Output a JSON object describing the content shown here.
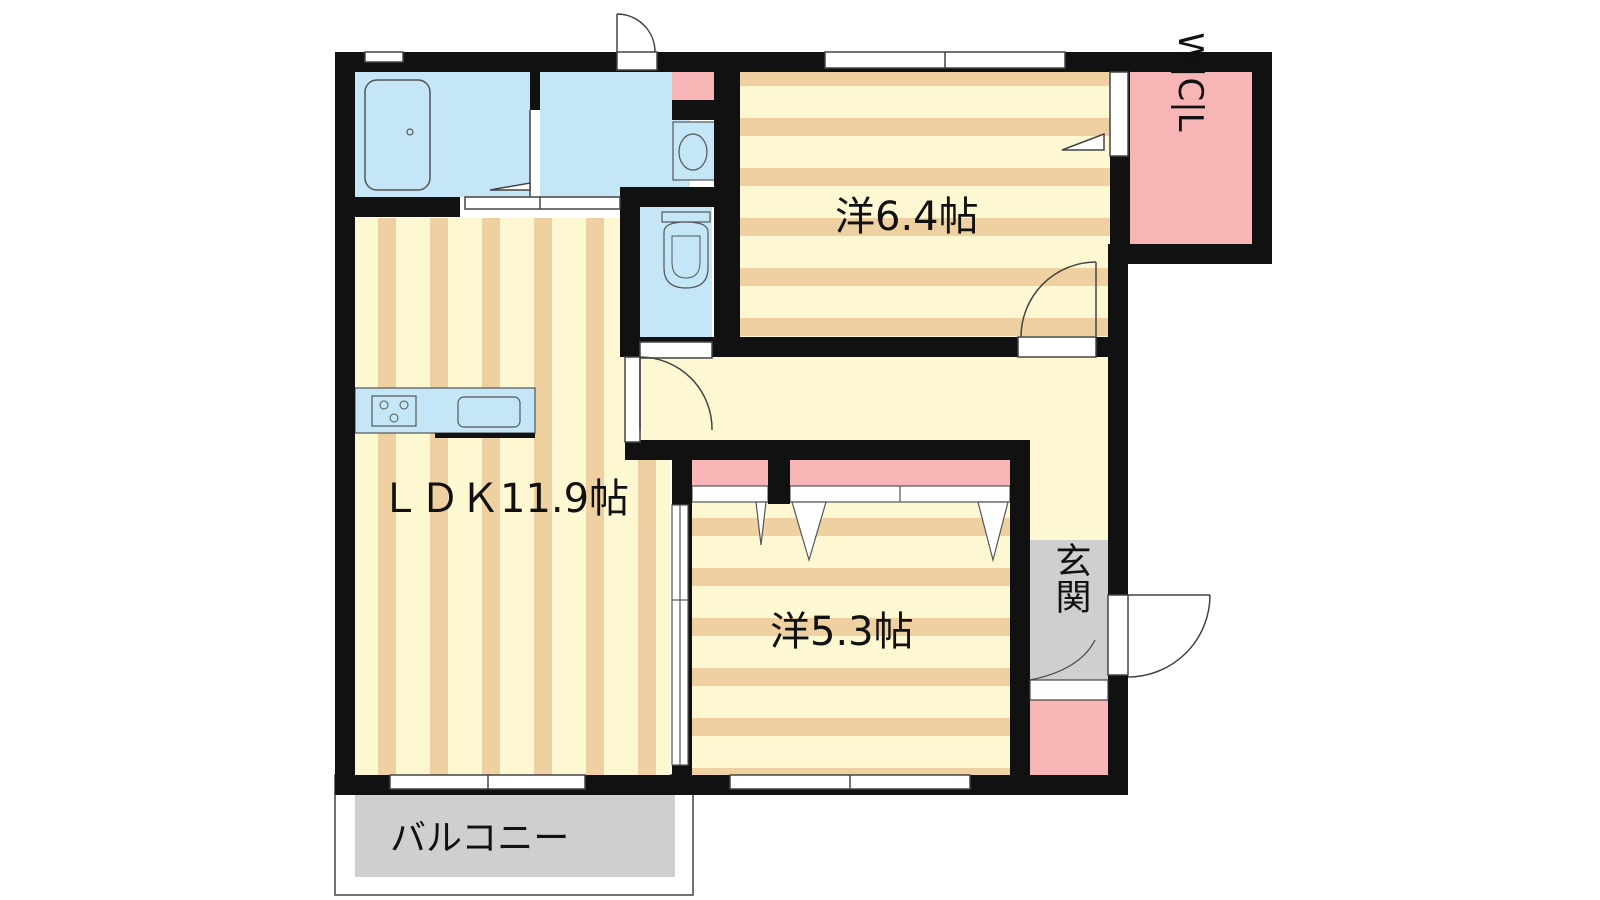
{
  "floorplan": {
    "rooms": {
      "western_a": {
        "label": "洋6.4帖"
      },
      "western_b": {
        "label": "洋5.3帖"
      },
      "ldk": {
        "label": "ＬＤＫ11.9帖"
      },
      "entrance": {
        "label": "玄関"
      },
      "walk_in_closet": {
        "label": "W|C|L"
      },
      "balcony": {
        "label": "バルコニー"
      }
    },
    "colors": {
      "wall": "#111111",
      "floor_light": "#fef8d2",
      "floor_stripe": "#efd0a0",
      "wet_area": "#c4e6f7",
      "storage": "#f7b5b5",
      "entrance_floor": "#cfcfcf",
      "balcony_floor": "#cfcfcf"
    }
  }
}
